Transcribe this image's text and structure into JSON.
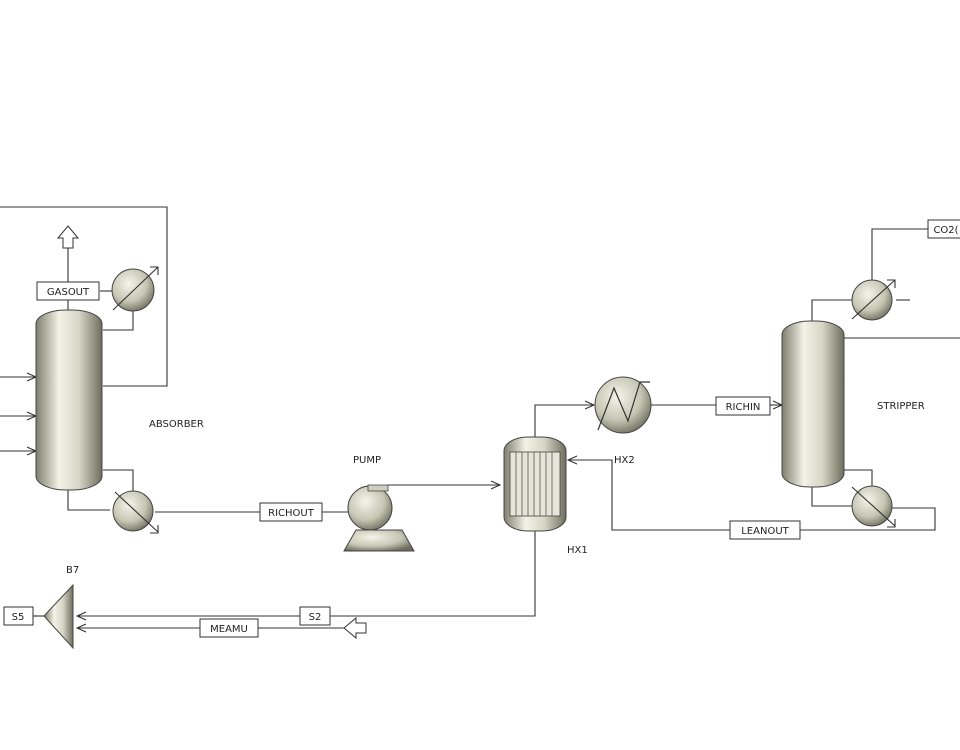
{
  "diagram": {
    "blocks": {
      "absorber": "ABSORBER",
      "stripper": "STRIPPER",
      "pump": "PUMP",
      "hx1": "HX1",
      "hx2": "HX2",
      "b7": "B7"
    },
    "streams": {
      "gasout": "GASOUT",
      "richout": "RICHOUT",
      "richin": "RICHIN",
      "leanout": "LEANOUT",
      "meamu": "MEAMU",
      "s2": "S2",
      "s5": "S5",
      "co2": "CO2("
    }
  }
}
